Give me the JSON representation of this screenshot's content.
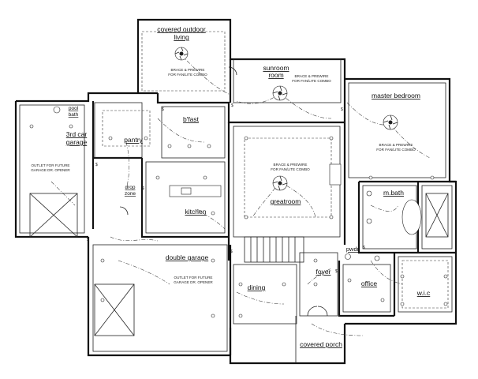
{
  "rooms": {
    "covered_outdoor_living": [
      "covered outdoor",
      "living"
    ],
    "sunroom": [
      "sunroom",
      "room"
    ],
    "master_bedroom": "master bedroom",
    "pool_bath": [
      "pool",
      "bath"
    ],
    "third_car_garage": [
      "3rd car",
      "garage"
    ],
    "bfast": "b'fast",
    "pantry": "pantry",
    "drop_zone": [
      "drop",
      "zone"
    ],
    "kitchen": "kitchen",
    "greatroom": "greatroom",
    "mbath": "m.bath",
    "double_garage": "double garage",
    "dining": "dining",
    "foyer": "foyer",
    "pwdr": "pwdr",
    "office": "office",
    "wic": "w.i.c",
    "covered_porch": "covered porch"
  },
  "notes": {
    "fan_outdoor": [
      "BRACE & PREWIRE",
      "FOR FAN/LITE COMBO"
    ],
    "fan_sunroom": [
      "BRACE & PREWIRE",
      "FOR FAN/LITE COMBO"
    ],
    "fan_master": [
      "BRACE & PREWIRE",
      "FOR FAN/LITE COMBO"
    ],
    "fan_greatroom": [
      "BRACE & PREWIRE",
      "FOR FAN/LITE COMBO"
    ],
    "outlet_3rd_garage": [
      "OUTLET FOR FUTURE",
      "GARAGE DR. OPENER"
    ],
    "outlet_double_garage": [
      "OUTLET FOR FUTURE",
      "GARAGE DR. OPENER"
    ]
  },
  "icons": [
    "ceiling-fan-icon",
    "recessed-light-icon",
    "outlet-icon",
    "switch-icon",
    "toilet-icon",
    "sink-icon",
    "tub-icon",
    "range-icon",
    "fireplace-icon",
    "stair-icon",
    "door-swing-icon"
  ]
}
